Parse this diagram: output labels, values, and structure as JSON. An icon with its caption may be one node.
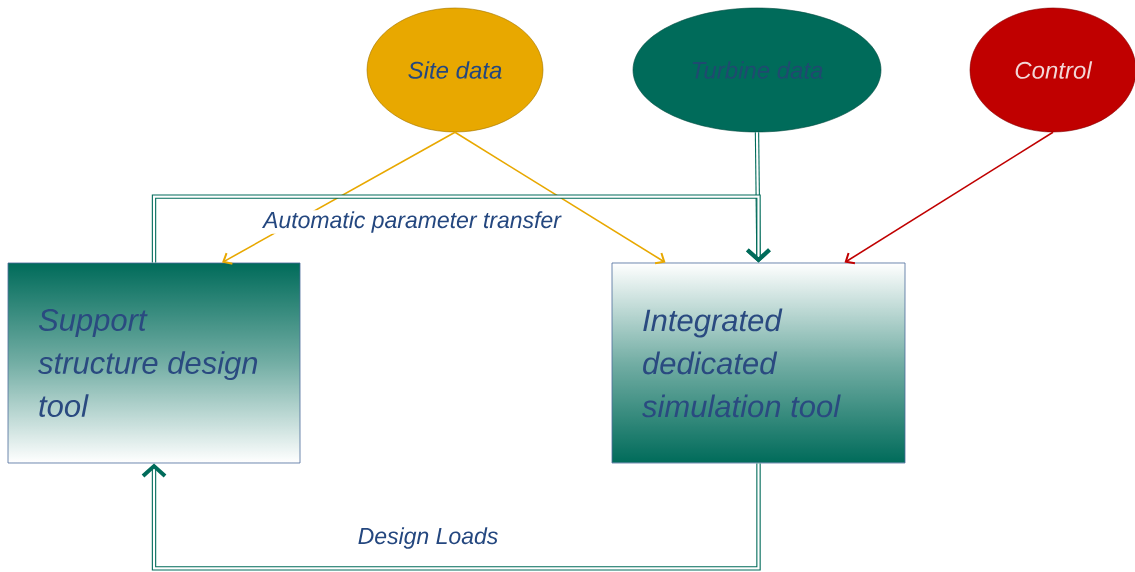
{
  "diagram": {
    "nodes": [
      {
        "text": [
          "Site data"
        ]
      },
      {
        "text": [
          "Turbine data"
        ]
      },
      {
        "text": [
          "Control"
        ]
      },
      {
        "text": [
          "Support structure design tool"
        ]
      },
      {
        "text": [
          "Integrated dedicated simulation tool"
        ]
      }
    ],
    "edges": [
      {
        "from": 0,
        "to": 3,
        "arrow": "to",
        "color": "#e8a800"
      },
      {
        "from": 0,
        "to": 4,
        "arrow": "to",
        "color": "#e8a800"
      },
      {
        "from": 1,
        "to": 4,
        "arrow": "to",
        "style": "thick",
        "color": "#006b5a"
      },
      {
        "from": 2,
        "to": 4,
        "arrow": "to",
        "color": "#c00000"
      },
      {
        "from": 3,
        "to": 4,
        "arrow": "to",
        "label": "Automatic parameter transfer",
        "style": "thick",
        "color": "#006b5a"
      },
      {
        "from": 4,
        "to": 3,
        "arrow": "to",
        "label": "Design Loads",
        "style": "thick",
        "color": "#006b5a"
      }
    ]
  }
}
